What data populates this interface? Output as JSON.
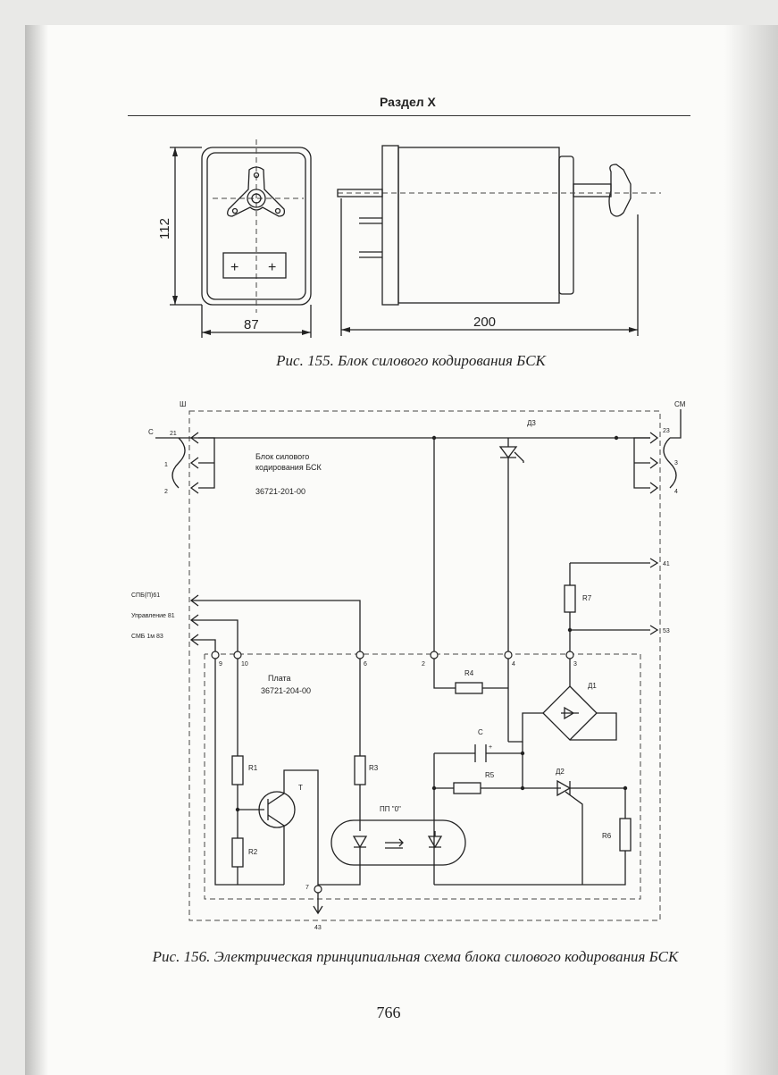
{
  "header": "Раздел X",
  "fig155": {
    "caption": "Рис. 155. Блок силового кодирования БСК",
    "dim_height": "112",
    "dim_width": "87",
    "dim_length": "200",
    "plus1": "+",
    "plus2": "+"
  },
  "fig156": {
    "caption": "Рис. 156. Электрическая принципиальная схема блока силового кодирования БСК",
    "connector_left": "Ш",
    "connector_right": "СМ",
    "block_title_1": "Блок силового",
    "block_title_2": "кодирования БСК",
    "block_code": "36721-201-00",
    "board_title": "Плата",
    "board_code": "36721-204-00",
    "inputs": [
      "С",
      "СПБ(П)61",
      "Управление 81",
      "СМБ 1м 83"
    ],
    "pins": [
      "21",
      "1",
      "2",
      "23",
      "3",
      "4",
      "41",
      "53",
      "9",
      "10",
      "6",
      "2",
      "4",
      "3",
      "7",
      "43"
    ],
    "components": {
      "D3": "Д3",
      "D1": "Д1",
      "D2": "Д2",
      "R1": "R1",
      "R2": "R2",
      "R3": "R3",
      "R4": "R4",
      "R5": "R5",
      "R6": "R6",
      "R7": "R7",
      "C": "С",
      "T": "Т",
      "optocoupler": "ПП \"0\"",
      "cap_plus": "+"
    }
  },
  "page_number": "766"
}
